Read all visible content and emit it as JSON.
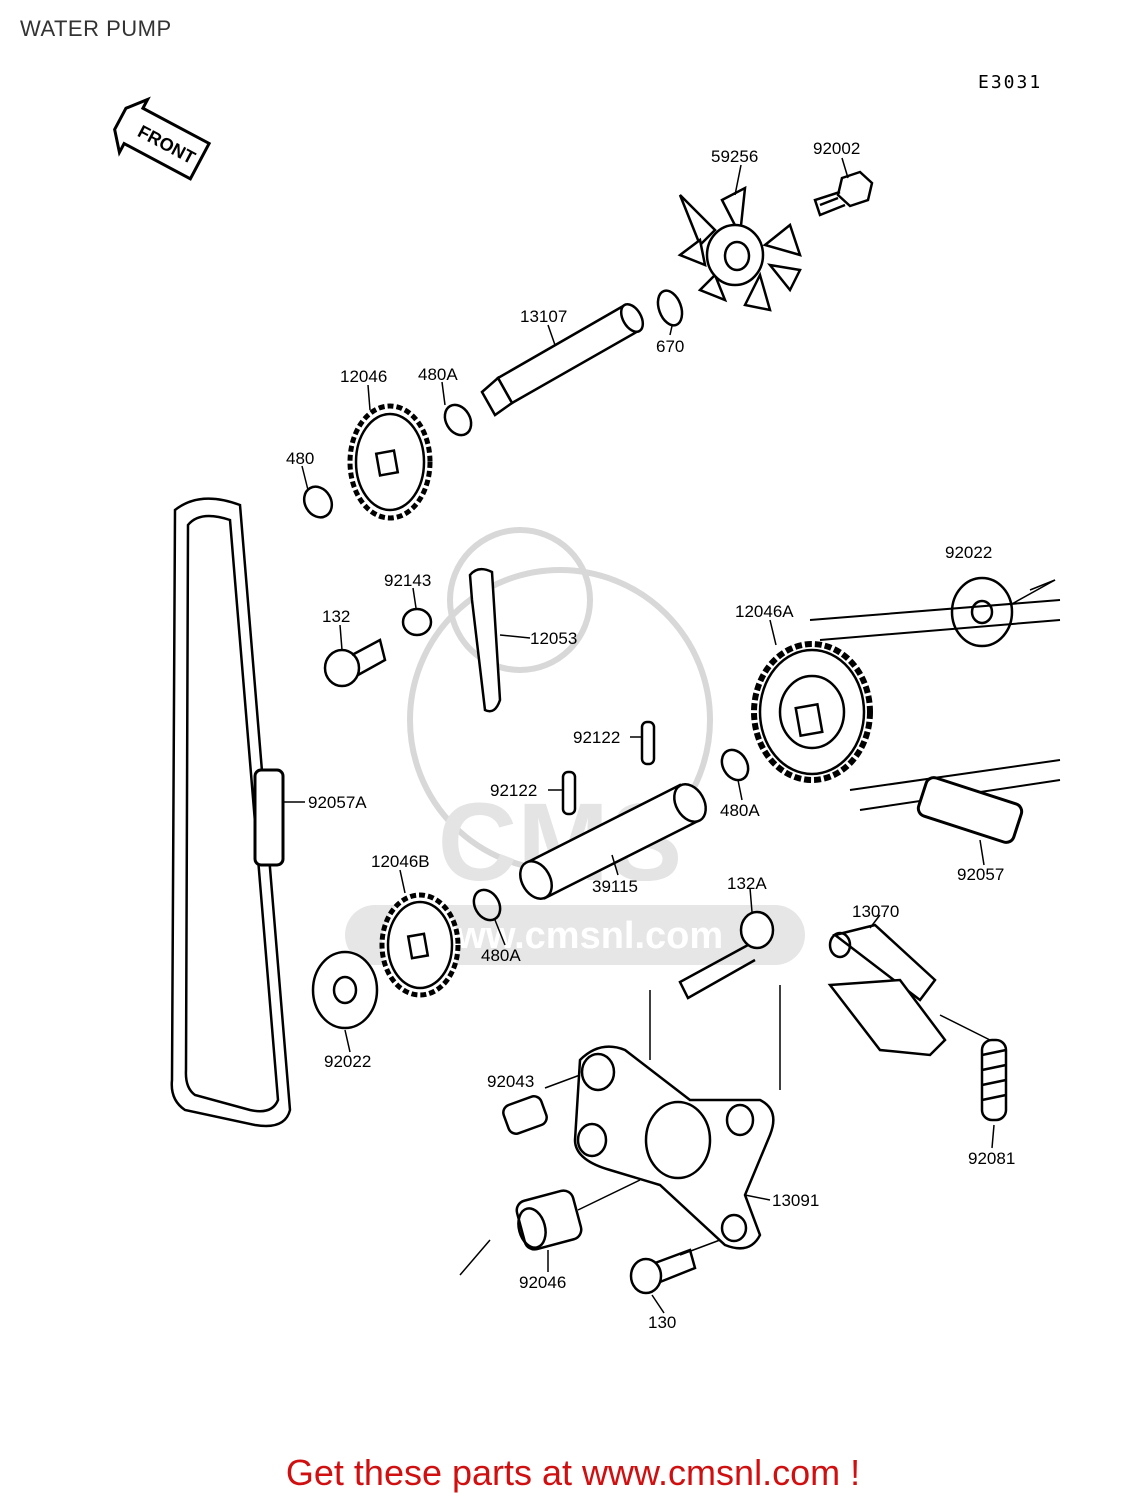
{
  "page": {
    "title": "WATER PUMP",
    "diagram_code": "E3031",
    "footer_text": "Get these parts at www.cmsnl.com !"
  },
  "front_arrow": {
    "label": "FRONT"
  },
  "watermark": {
    "text": "www.cmsnl.com"
  },
  "part_labels": [
    {
      "id": "59256",
      "text": "59256"
    },
    {
      "id": "92002",
      "text": "92002"
    },
    {
      "id": "13107",
      "text": "13107"
    },
    {
      "id": "670",
      "text": "670"
    },
    {
      "id": "12046",
      "text": "12046"
    },
    {
      "id": "480A_top",
      "text": "480A"
    },
    {
      "id": "480",
      "text": "480"
    },
    {
      "id": "92022_right",
      "text": "92022"
    },
    {
      "id": "92143",
      "text": "92143"
    },
    {
      "id": "132",
      "text": "132"
    },
    {
      "id": "12053",
      "text": "12053"
    },
    {
      "id": "12046A",
      "text": "12046A"
    },
    {
      "id": "92122_a",
      "text": "92122"
    },
    {
      "id": "92122_b",
      "text": "92122"
    },
    {
      "id": "480A_mid",
      "text": "480A"
    },
    {
      "id": "92057A",
      "text": "92057A"
    },
    {
      "id": "39115",
      "text": "39115"
    },
    {
      "id": "92057",
      "text": "92057"
    },
    {
      "id": "12046B",
      "text": "12046B"
    },
    {
      "id": "480A_low",
      "text": "480A"
    },
    {
      "id": "132A",
      "text": "132A"
    },
    {
      "id": "13070",
      "text": "13070"
    },
    {
      "id": "92022_left",
      "text": "92022"
    },
    {
      "id": "92043",
      "text": "92043"
    },
    {
      "id": "92081",
      "text": "92081"
    },
    {
      "id": "13091",
      "text": "13091"
    },
    {
      "id": "92046",
      "text": "92046"
    },
    {
      "id": "130",
      "text": "130"
    }
  ]
}
